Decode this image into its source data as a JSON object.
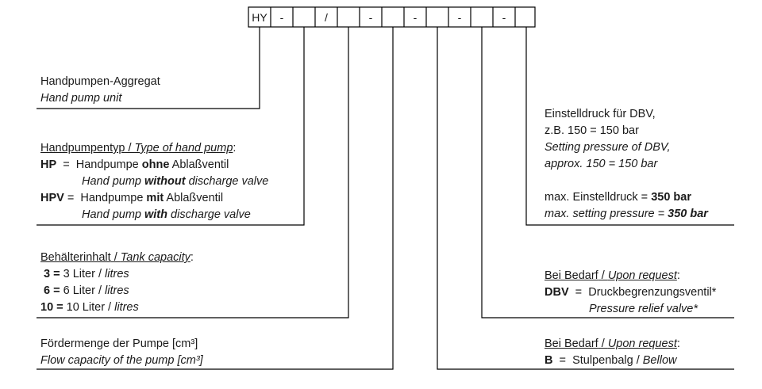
{
  "code_boxes": [
    "HY",
    "-",
    "",
    "/",
    "",
    "-",
    "",
    "-",
    "",
    "-",
    "",
    "-",
    ""
  ],
  "hand_pump_unit": {
    "de": "Handpumpen-Aggregat",
    "en": "Hand pump unit"
  },
  "pump_type": {
    "heading_de": "Handpumpentyp",
    "sep": " / ",
    "heading_en": "Type of hand pump",
    "colon": ":",
    "hp": {
      "code": "HP",
      "eq": "  =  ",
      "de_pre": "Handpumpe ",
      "de_bold": "ohne",
      "de_post": " Ablaßventil",
      "en_pre": "Hand pump ",
      "en_bold": "without",
      "en_post": " discharge valve"
    },
    "hpv": {
      "code": "HPV",
      "eq": " =  ",
      "de_pre": "Handpumpe ",
      "de_bold": "mit",
      "de_post": " Ablaßventil",
      "en_pre": "Hand pump ",
      "en_bold": "with",
      "en_post": " discharge valve"
    }
  },
  "tank": {
    "heading_de": "Behälterinhalt",
    "sep": " / ",
    "heading_en": "Tank capacity",
    "colon": ":",
    "rows": [
      {
        "code": " 3 =",
        "de": " 3 Liter / ",
        "en": "litres"
      },
      {
        "code": " 6 =",
        "de": " 6 Liter / ",
        "en": "litres"
      },
      {
        "code": "10 =",
        "de": " 10 Liter / ",
        "en": "litres"
      }
    ]
  },
  "flow": {
    "de": "Fördermenge der Pumpe [cm³]",
    "en": "Flow capacity of the pump [cm³]"
  },
  "pressure": {
    "de1": "Einstelldruck für DBV,",
    "de2": "z.B. 150 = 150 bar",
    "en1": "Setting pressure of DBV,",
    "en2": "approx. 150 = 150 bar",
    "max_de_pre": "max. Einstelldruck = ",
    "max_de_val": "350 bar",
    "max_en_pre": "max. setting pressure = ",
    "max_en_val": "350 bar"
  },
  "relief": {
    "heading_de": "Bei Bedarf",
    "sep": " / ",
    "heading_en": "Upon request",
    "colon": ":",
    "code": "DBV",
    "eq": "  =  ",
    "de": "Druckbegrenzungsventil*",
    "en": "Pressure relief valve*"
  },
  "bellow": {
    "heading_de": "Bei Bedarf",
    "sep": " / ",
    "heading_en": "Upon request",
    "colon": ":",
    "code": "B",
    "eq": "  =  ",
    "de": "Stulpenbalg / ",
    "en": "Bellow"
  }
}
